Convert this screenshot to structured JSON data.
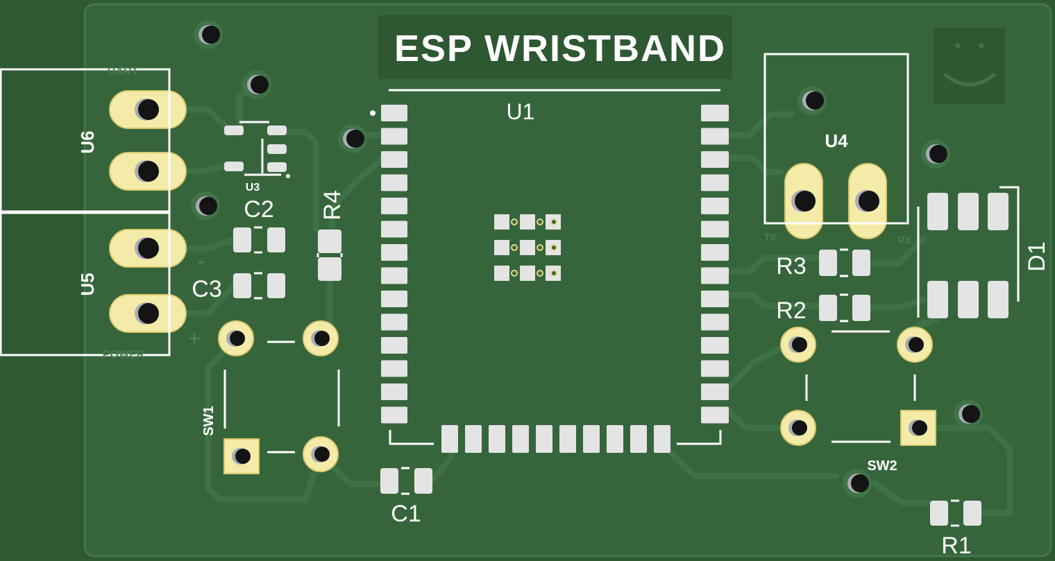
{
  "board": {
    "title": "ESP WRISTBAND"
  },
  "components": {
    "u1": "U1",
    "u3": "U3",
    "u4": "U4",
    "u5": "U5",
    "u6": "U6",
    "c1": "C1",
    "c2": "C2",
    "c3": "C3",
    "r1": "R1",
    "r2": "R2",
    "r3": "R3",
    "r4": "R4",
    "d1": "D1",
    "sw1": "SW1",
    "sw2": "SW2"
  },
  "pin_labels": {
    "uart": "UART",
    "power": "POWER",
    "minus": "-",
    "plus": "+",
    "tx": "TX",
    "rx": "RX"
  },
  "icons": {
    "logo": "smiley-icon"
  },
  "colors": {
    "board": "#36653b",
    "silkscreen": "#ffffff",
    "smd_pad": "#e4e4e4",
    "plated_pad": "#f4eba8",
    "drill": "#141414"
  }
}
